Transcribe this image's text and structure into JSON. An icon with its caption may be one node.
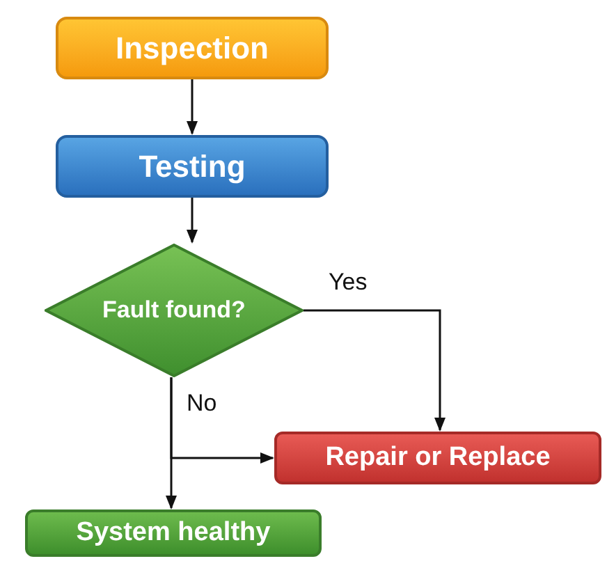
{
  "diagram": {
    "nodes": [
      {
        "text": [
          "Inspection"
        ]
      },
      {
        "text": [
          "Testing"
        ]
      },
      {
        "text": [
          "Fault found?"
        ]
      },
      {
        "text": [
          "Repair or Replace"
        ]
      },
      {
        "text": [
          "System healthy"
        ]
      }
    ],
    "edges": [
      {
        "from": 0,
        "to": 1,
        "arrow": "to"
      },
      {
        "from": 1,
        "to": 2,
        "arrow": "to"
      },
      {
        "from": 2,
        "to": 3,
        "arrow": "to",
        "label": "Yes"
      },
      {
        "from": 2,
        "to": 4,
        "arrow": "to",
        "label": "No"
      },
      {
        "from": 2,
        "to": 3,
        "arrow": "to"
      }
    ]
  }
}
